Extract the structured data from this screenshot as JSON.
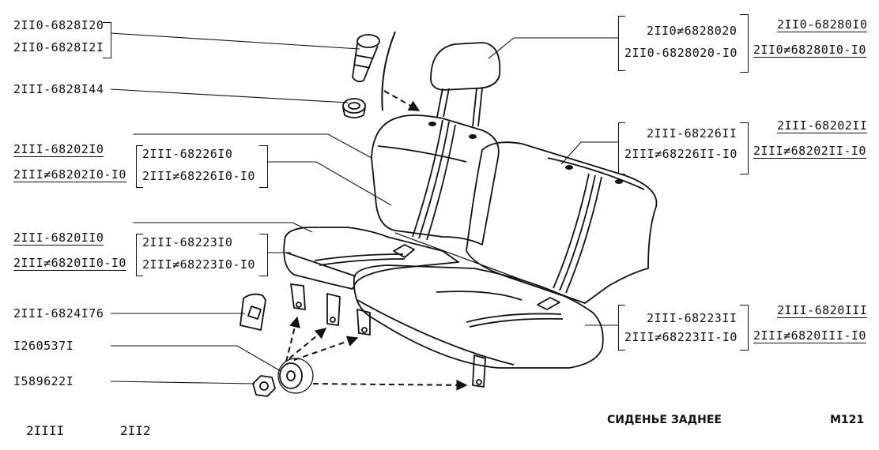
{
  "labels": {
    "bolt_a": "2II0-6828I20",
    "bolt_b": "2II0-6828I2I",
    "bushing": "2III-6828I44",
    "back_left_a": "2III-68202I0",
    "back_left_b": "2III≠68202I0-I0",
    "back_left_cover_a": "2III-68226I0",
    "back_left_cover_b": "2III≠68226I0-I0",
    "cushion_left_a": "2III-6820II0",
    "cushion_left_b": "2III≠6820II0-I0",
    "cushion_left_cover_a": "2III-68223I0",
    "cushion_left_cover_b": "2III≠68223I0-I0",
    "hinge": "2III-6824I76",
    "washer": "I260537I",
    "nut": "I589622I",
    "headrest_a": "2II0≠6828020",
    "headrest_b": "2II0-6828020-I0",
    "headrest_r_a": "2II0-68280I0",
    "headrest_r_b": "2II0≠68280I0-I0",
    "back_right_cover_a": "2III-68226II",
    "back_right_cover_b": "2III≠68226II-I0",
    "back_right_a": "2III-68202II",
    "back_right_b": "2III≠68202II-I0",
    "cushion_right_cover_a": "2III-68223II",
    "cushion_right_cover_b": "2III≠68223II-I0",
    "cushion_right_a": "2III-6820III",
    "cushion_right_b": "2III≠6820III-I0"
  },
  "footer": {
    "model_a": "2IIII",
    "model_b": "2II2",
    "title": "СИДЕНЬЕ ЗАДНЕЕ",
    "code": "M121"
  }
}
